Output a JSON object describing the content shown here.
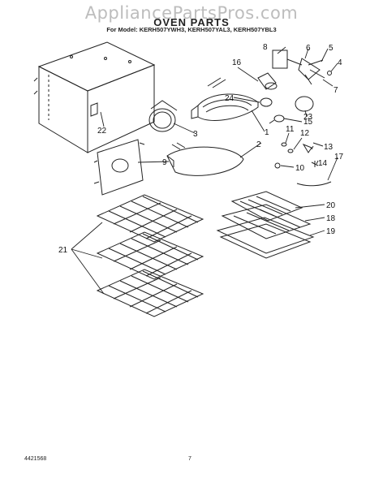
{
  "watermark": "AppliancePartsPros.com",
  "title": "OVEN PARTS",
  "subtitle": "For Model: KERH507YWH3, KERH507YAL3, KERH507YBL3",
  "callouts": [
    "1",
    "2",
    "3",
    "4",
    "5",
    "6",
    "7",
    "8",
    "9",
    "10",
    "11",
    "12",
    "13",
    "14",
    "15",
    "16",
    "17",
    "18",
    "19",
    "20",
    "21",
    "22",
    "23",
    "24"
  ],
  "footer": {
    "doc_number": "4421568",
    "page": "7"
  }
}
